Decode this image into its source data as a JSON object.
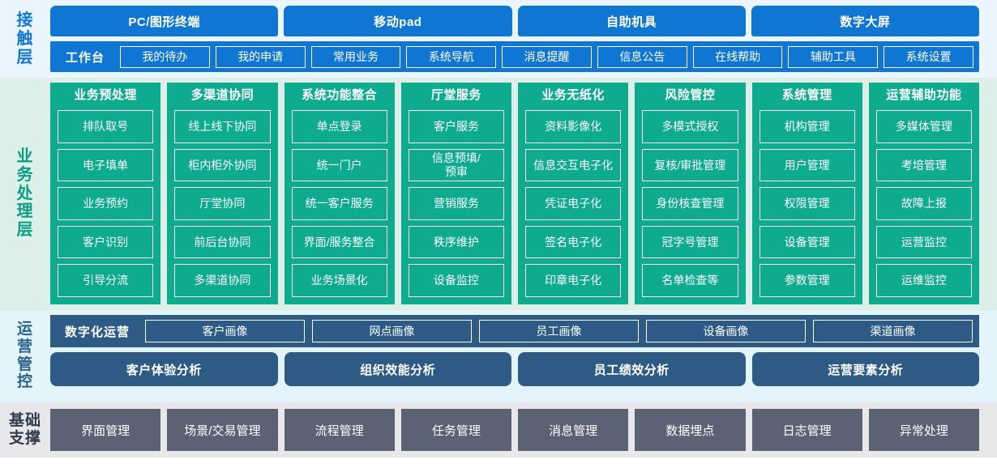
{
  "layers": {
    "contact": {
      "label_chars": [
        "接",
        "触",
        "层"
      ],
      "label_text": "接触层",
      "channels": [
        "PC/图形终端",
        "移动pad",
        "自助机具",
        "数字大屏"
      ],
      "workbench_title": "工作台",
      "workbench_items": [
        "我的待办",
        "我的申请",
        "常用业务",
        "系统导航",
        "消息提醒",
        "信息公告",
        "在线帮助",
        "辅助工具",
        "系统设置"
      ]
    },
    "business": {
      "label_chars": [
        "业",
        "务",
        "处",
        "理",
        "层"
      ],
      "label_text": "业务处理层",
      "columns": [
        {
          "title": "业务预处理",
          "cells": [
            "排队取号",
            "电子填单",
            "业务预约",
            "客户识别",
            "引导分流"
          ]
        },
        {
          "title": "多渠道协同",
          "cells": [
            "线上线下协同",
            "柜内柜外协同",
            "厅堂协同",
            "前后台协同",
            "多渠道协同"
          ]
        },
        {
          "title": "系统功能整合",
          "cells": [
            "单点登录",
            "统一门户",
            "统一客户服务",
            "界面/服务整合",
            "业务场景化"
          ]
        },
        {
          "title": "厅堂服务",
          "cells": [
            "客户服务",
            "信息预填/\n预审",
            "营销服务",
            "秩序维护",
            "设备监控"
          ]
        },
        {
          "title": "业务无纸化",
          "cells": [
            "资料影像化",
            "信息交互电子化",
            "凭证电子化",
            "签名电子化",
            "印章电子化"
          ]
        },
        {
          "title": "风险管控",
          "cells": [
            "多模式授权",
            "复核/审批管理",
            "身份核查管理",
            "冠字号管理",
            "名单检查等"
          ]
        },
        {
          "title": "系统管理",
          "cells": [
            "机构管理",
            "用户管理",
            "权限管理",
            "设备管理",
            "参数管理"
          ]
        },
        {
          "title": "运营辅助功能",
          "cells": [
            "多媒体管理",
            "考培管理",
            "故障上报",
            "运营监控",
            "运维监控"
          ]
        }
      ]
    },
    "operations": {
      "label_chars": [
        "运",
        "营",
        "管",
        "控"
      ],
      "label_text": "运营管控",
      "digital_title": "数字化运营",
      "portraits": [
        "客户画像",
        "网点画像",
        "员工画像",
        "设备画像",
        "渠道画像"
      ],
      "analyses": [
        "客户体验分析",
        "组织效能分析",
        "员工绩效分析",
        "运营要素分析"
      ]
    },
    "foundation": {
      "label_lines": [
        "基础",
        "支撑"
      ],
      "label_text": "基础支撑",
      "items": [
        "界面管理",
        "场景/交易管理",
        "流程管理",
        "任务管理",
        "消息管理",
        "数据埋点",
        "日志管理",
        "异常处理"
      ]
    }
  },
  "colors": {
    "contact_band_bg": "#eaf5fd",
    "contact_accent": "#1076d4",
    "business_band_bg": "#dcefe9",
    "business_accent": "#0fab8e",
    "business_label": "#0a9e82",
    "operations_band_bg": "#e4f4fd",
    "operations_accent": "#2d5b85",
    "foundation_band_bg": "#e8e8ea",
    "foundation_accent": "#5a6273"
  }
}
